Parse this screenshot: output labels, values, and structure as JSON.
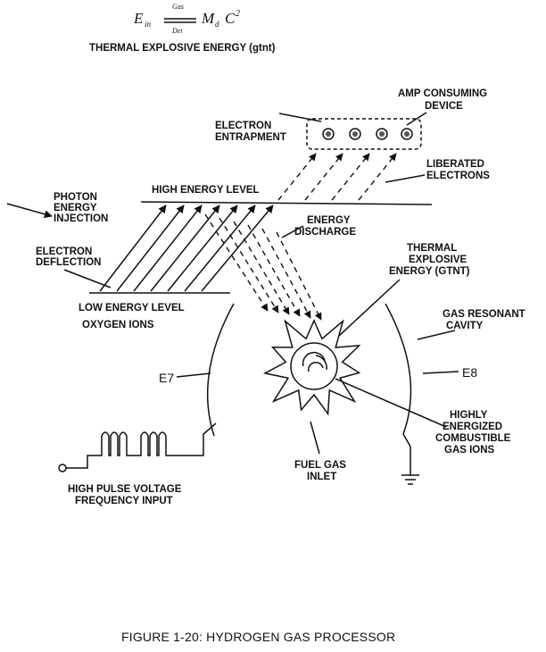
{
  "equation": {
    "lhs": "E",
    "lhs_sub": "in",
    "over": "Gas",
    "under": "Det",
    "rhs_m": "M",
    "rhs_m_sub": "d",
    "rhs_c": "C",
    "rhs_exp": "2"
  },
  "equation_caption": "THERMAL EXPLOSIVE ENERGY (gtnt)",
  "labels": {
    "electron_entrapment": [
      "ELECTRON",
      "ENTRAPMENT"
    ],
    "amp_device": [
      "AMP CONSUMING",
      "DEVICE"
    ],
    "liberated": [
      "LIBERATED",
      "ELECTRONS"
    ],
    "photon": [
      "PHOTON",
      "ENERGY",
      "INJECTION"
    ],
    "high_level": "HIGH ENERGY LEVEL",
    "energy_discharge": [
      "ENERGY",
      "DISCHARGE"
    ],
    "electron_deflection": [
      "ELECTRON",
      "DEFLECTION"
    ],
    "thermal_gtnt": [
      "THERMAL",
      "EXPLOSIVE",
      "ENERGY (GTNT)"
    ],
    "low_level": "LOW ENERGY LEVEL",
    "oxygen_ions": "OXYGEN  IONS",
    "gas_cavity": [
      "GAS RESONANT",
      "CAVITY"
    ],
    "e7": "E7",
    "e8": "E8",
    "highly": [
      "HIGHLY",
      "ENERGIZED",
      "COMBUSTIBLE",
      "GAS IONS"
    ],
    "fuel": [
      "FUEL GAS",
      "INLET"
    ],
    "pulse": [
      "HIGH PULSE VOLTAGE",
      "FREQUENCY INPUT"
    ]
  },
  "figure_caption": "FIGURE 1-20: HYDROGEN GAS PROCESSOR"
}
